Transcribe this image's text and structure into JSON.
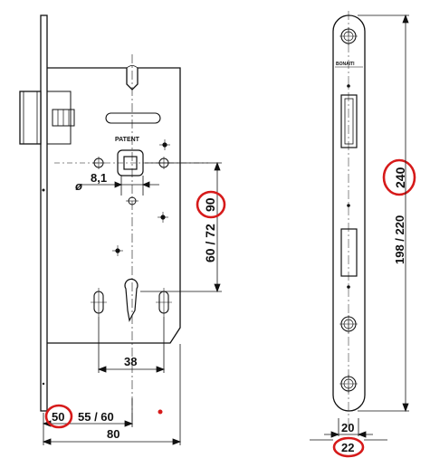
{
  "labels": {
    "patent": "PATENT",
    "brand": "BONAITI",
    "diameter_symbol": "ø",
    "square_size": "8,1",
    "center_distance_highlight": "90",
    "center_distance_options": "60 / 72",
    "key_spacing": "38",
    "backset_highlight": "50",
    "backset_options": "55 / 60",
    "case_depth": "80",
    "forend_length_highlight": "240",
    "forend_length_options": "198 / 220",
    "case_thickness": "20",
    "forend_width_highlight": "22"
  },
  "colors": {
    "line": "#111111",
    "highlight": "#d61a1a",
    "background": "#ffffff"
  }
}
